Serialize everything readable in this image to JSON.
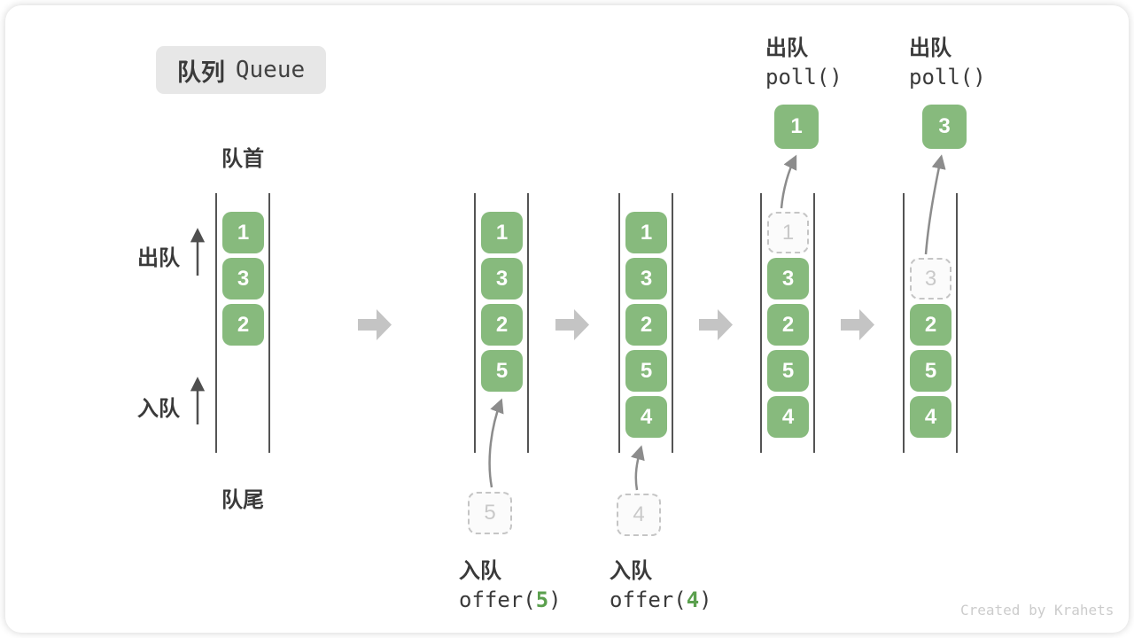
{
  "title": {
    "zh": "队列",
    "en": "Queue"
  },
  "labels": {
    "front": "队首",
    "rear": "队尾",
    "dequeue": "出队",
    "enqueue": "入队"
  },
  "operations": {
    "offer5": {
      "label": "入队",
      "fn": "offer(",
      "arg": "5",
      "close": ")"
    },
    "offer4": {
      "label": "入队",
      "fn": "offer(",
      "arg": "4",
      "close": ")"
    },
    "poll1": {
      "label": "出队",
      "code": "poll()"
    },
    "poll2": {
      "label": "出队",
      "code": "poll()"
    }
  },
  "queues": [
    {
      "cells": [
        {
          "value": "1"
        },
        {
          "value": "3"
        },
        {
          "value": "2"
        }
      ]
    },
    {
      "cells": [
        {
          "value": "1"
        },
        {
          "value": "3"
        },
        {
          "value": "2"
        },
        {
          "value": "5"
        }
      ],
      "pending": {
        "value": "5"
      }
    },
    {
      "cells": [
        {
          "value": "1"
        },
        {
          "value": "3"
        },
        {
          "value": "2"
        },
        {
          "value": "5"
        },
        {
          "value": "4"
        }
      ],
      "pending": {
        "value": "4"
      }
    },
    {
      "cells": [
        {
          "value": "1",
          "removed": true
        },
        {
          "value": "3"
        },
        {
          "value": "2"
        },
        {
          "value": "5"
        },
        {
          "value": "4"
        }
      ],
      "polled": {
        "value": "1"
      }
    },
    {
      "cells": [
        {
          "value": "3",
          "removed": true
        },
        {
          "value": "2"
        },
        {
          "value": "5"
        },
        {
          "value": "4"
        }
      ],
      "polled": {
        "value": "3"
      }
    }
  ],
  "watermark": "Created by Krahets",
  "colors": {
    "box_green": "#87ba7d",
    "code_green": "#5ba04e",
    "wall": "#545454",
    "block_arrow": "#c4c4c4",
    "curve_arrow": "#8c8c8c",
    "dashed_border": "#c5c5c5",
    "chip_bg": "#e7e7e7",
    "text": "#3a3a3a",
    "watermark": "#cccccc"
  }
}
